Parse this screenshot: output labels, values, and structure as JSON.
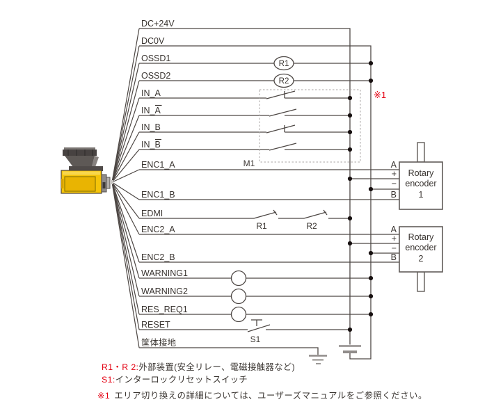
{
  "palette": {
    "wire": "#4d4744",
    "text": "#393430",
    "accent_red": "#e40012",
    "device_yellow": "#f5c40a",
    "device_gray": "#5e5956",
    "ground_gray": "#908c8a"
  },
  "signals": [
    {
      "name": "DC+24V"
    },
    {
      "name": "DC0V"
    },
    {
      "name": "OSSD1"
    },
    {
      "name": "OSSD2"
    },
    {
      "name": "IN_A"
    },
    {
      "name": "IN_A",
      "overline": "A"
    },
    {
      "name": "IN_B"
    },
    {
      "name": "IN_B",
      "overline": "B"
    },
    {
      "name": "ENC1_A"
    },
    {
      "name": "ENC1_B"
    },
    {
      "name": "EDMI"
    },
    {
      "name": "ENC2_A"
    },
    {
      "name": "ENC2_B"
    },
    {
      "name": "WARNING1"
    },
    {
      "name": "WARNING2"
    },
    {
      "name": "RES_REQ1"
    },
    {
      "name": "RESET"
    },
    {
      "name": "筐体接地"
    }
  ],
  "components": {
    "relay_coils": [
      {
        "label": "R1"
      },
      {
        "label": "R2"
      }
    ],
    "edm_contacts": [
      {
        "label": "R1"
      },
      {
        "label": "R2"
      }
    ],
    "area_switch_group": {
      "label": "M1",
      "note_marker": "※1"
    },
    "reset_switch": {
      "label": "S1"
    },
    "encoders": [
      {
        "line1": "Rotary",
        "line2": "encoder",
        "line3": "1",
        "terminals": {
          "a": "A",
          "plus": "+",
          "minus": "−",
          "b": "B"
        }
      },
      {
        "line1": "Rotary",
        "line2": "encoder",
        "line3": "2",
        "terminals": {
          "a": "A",
          "plus": "+",
          "minus": "−",
          "b": "B"
        }
      }
    ]
  },
  "notes": [
    {
      "prefix": "R1・R 2:",
      "body": "外部装置(安全リレー、電磁接触器など)"
    },
    {
      "prefix": "S1:",
      "body": "インターロックリセットスイッチ"
    },
    {
      "prefix": "※1",
      "body": "エリア切り換えの詳細については、ユーザーズマニュアルをご参照ください。"
    }
  ]
}
